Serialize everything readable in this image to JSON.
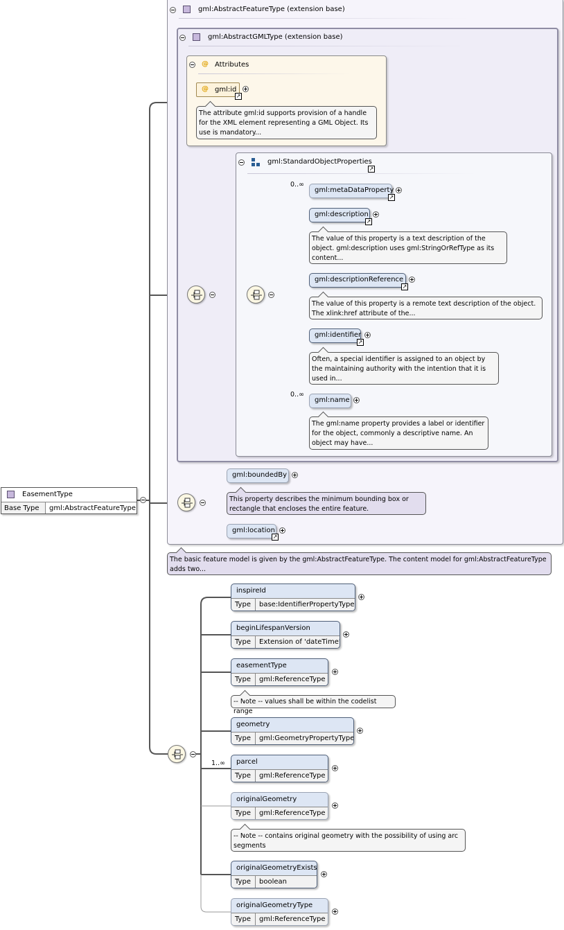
{
  "root": {
    "name": "EasementType",
    "base_label": "Base Type",
    "base_value": "gml:AbstractFeatureType"
  },
  "abstract_feature": {
    "title": "gml:AbstractFeatureType (extension base)",
    "note": "The basic feature model is given by the gml:AbstractFeatureType. The content model for gml:AbstractFeatureType adds two..."
  },
  "abstract_gml": {
    "title": "gml:AbstractGMLType (extension base)"
  },
  "attributes": {
    "title": "Attributes",
    "id_label": "gml:id",
    "id_note": "The attribute gml:id supports provision of a handle for the XML element representing a GML Object. Its use is mandatory..."
  },
  "standard_object_properties": {
    "title": "gml:StandardObjectProperties",
    "items": [
      {
        "name": "gml:metaDataProperty",
        "occurs": "0..∞",
        "note": ""
      },
      {
        "name": "gml:description",
        "occurs": "",
        "note": "The value of this property is a text description of the object. gml:description uses gml:StringOrRefType as its content..."
      },
      {
        "name": "gml:descriptionReference",
        "occurs": "",
        "note": "The value of this property is a remote text description of the object. The xlink:href attribute of the..."
      },
      {
        "name": "gml:identifier",
        "occurs": "",
        "note": "Often, a special identifier is assigned to an object by the maintaining authority with the intention that it is used in..."
      },
      {
        "name": "gml:name",
        "occurs": "0..∞",
        "note": "The gml:name property provides a label or identifier for the object, commonly a descriptive name. An object may have..."
      }
    ]
  },
  "feature_props": {
    "bounded_by": "gml:boundedBy",
    "bounded_by_note": "This property describes the minimum bounding box or rectangle that encloses the entire feature.",
    "location": "gml:location"
  },
  "easement_elements": [
    {
      "name": "inspireId",
      "type_label": "Type",
      "type": "base:IdentifierPropertyType",
      "occurs": "",
      "note": ""
    },
    {
      "name": "beginLifespanVersion",
      "type_label": "Type",
      "type": "Extension of 'dateTime'",
      "occurs": "",
      "note": ""
    },
    {
      "name": "easementType",
      "type_label": "Type",
      "type": "gml:ReferenceType",
      "occurs": "",
      "note": "-- Note -- values shall be within the codelist range"
    },
    {
      "name": "geometry",
      "type_label": "Type",
      "type": "gml:GeometryPropertyType",
      "occurs": "",
      "note": ""
    },
    {
      "name": "parcel",
      "type_label": "Type",
      "type": "gml:ReferenceType",
      "occurs": "1..∞",
      "note": ""
    },
    {
      "name": "originalGeometry",
      "type_label": "Type",
      "type": "gml:ReferenceType",
      "occurs": "",
      "note": "-- Note -- contains original geometry with the possibility of using arc segments"
    },
    {
      "name": "originalGeometryExists",
      "type_label": "Type",
      "type": "boolean",
      "occurs": "",
      "note": ""
    },
    {
      "name": "originalGeometryType",
      "type_label": "Type",
      "type": "gml:ReferenceType",
      "occurs": "",
      "note": ""
    }
  ],
  "icons": {
    "collapse": "collapse-icon",
    "expand": "expand-icon",
    "link": "link-arrow-icon",
    "sequence": "sequence-compositor-icon",
    "attribute": "attribute-at-icon",
    "complex_type": "complex-type-icon",
    "group": "group-icon"
  },
  "colors": {
    "element_fill": "#dde6f4",
    "attribute_fill": "#fdf7ea",
    "group_fill": "#f6f4fb",
    "compositor_fill": "#fbf7e3",
    "note_fill": "#f5f5f5",
    "note_lavender": "#e2ddee"
  }
}
